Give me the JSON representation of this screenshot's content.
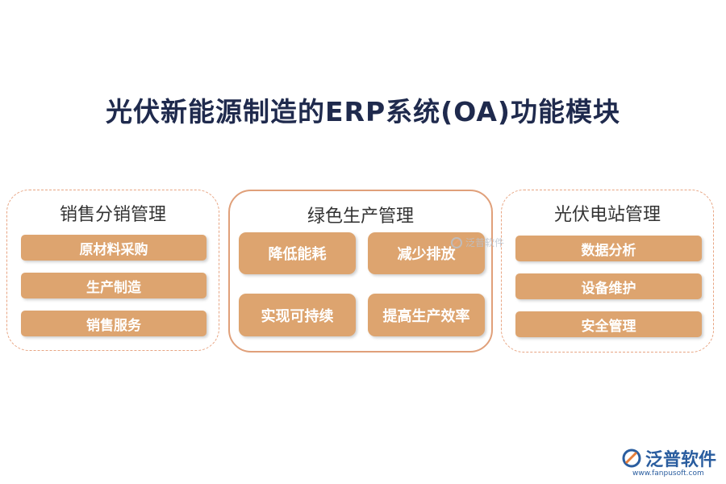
{
  "title": "光伏新能源制造的ERP系统(OA)功能模块",
  "panels": [
    {
      "title": "销售分销管理",
      "items": [
        "原材料采购",
        "生产制造",
        "销售服务"
      ]
    },
    {
      "title": "绿色生产管理",
      "items": [
        "降低能耗",
        "减少排放",
        "实现可持续",
        "提高生产效率"
      ]
    },
    {
      "title": "光伏电站管理",
      "items": [
        "数据分析",
        "设备维护",
        "安全管理"
      ]
    }
  ],
  "watermark": {
    "text": "泛普软件",
    "icon": "fanpu-logo-icon"
  },
  "logo": {
    "text": "泛普软件",
    "url": "www.fanpusoft.com",
    "icon": "fanpu-logo-icon"
  },
  "colors": {
    "button": "#dda46f",
    "panel_border": "#e0a07a",
    "title": "#1f2a4d",
    "logo": "#2a5d9f"
  }
}
